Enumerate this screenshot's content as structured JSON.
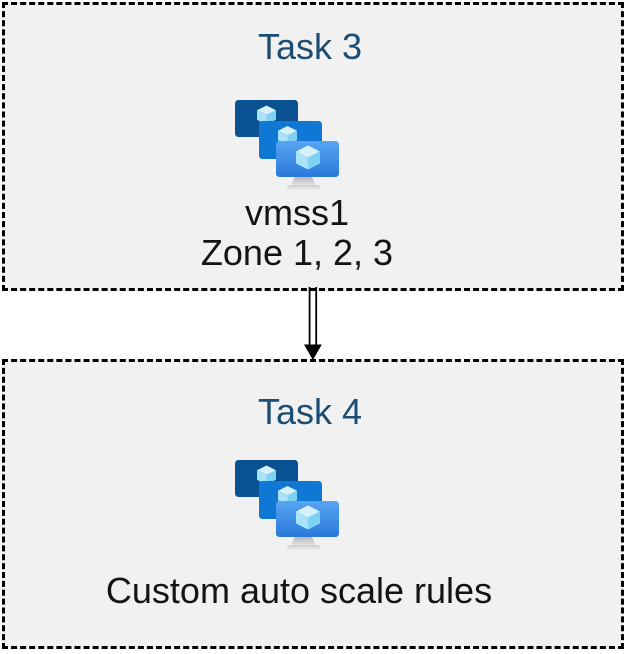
{
  "diagram": {
    "tasks": [
      {
        "title": "Task 3",
        "icon": "vmss-icon",
        "labels": [
          "vmss1",
          "Zone 1, 2, 3"
        ]
      },
      {
        "title": "Task 4",
        "icon": "vmss-icon",
        "labels": [
          "Custom auto scale rules"
        ]
      }
    ],
    "connector": {
      "type": "double-line-arrow",
      "direction": "down",
      "from": "Task 3",
      "to": "Task 4"
    },
    "colors": {
      "page_background": "#ffffff",
      "box_fill": "#f1f1f1",
      "box_border": "#000000",
      "title_text": "#1c4d74",
      "label_text": "#141414",
      "icon_back_monitor": "#0a5191",
      "icon_middle_monitor": "#0f78d4",
      "icon_front_monitor_top": "#58a5f2",
      "icon_front_monitor_bottom": "#2979da",
      "icon_cube_top_face": "#d6f1fc",
      "icon_cube_left_face": "#a9e3f9",
      "icon_cube_right_face": "#7fd2f4",
      "icon_stand": "#c2c2c2"
    }
  }
}
